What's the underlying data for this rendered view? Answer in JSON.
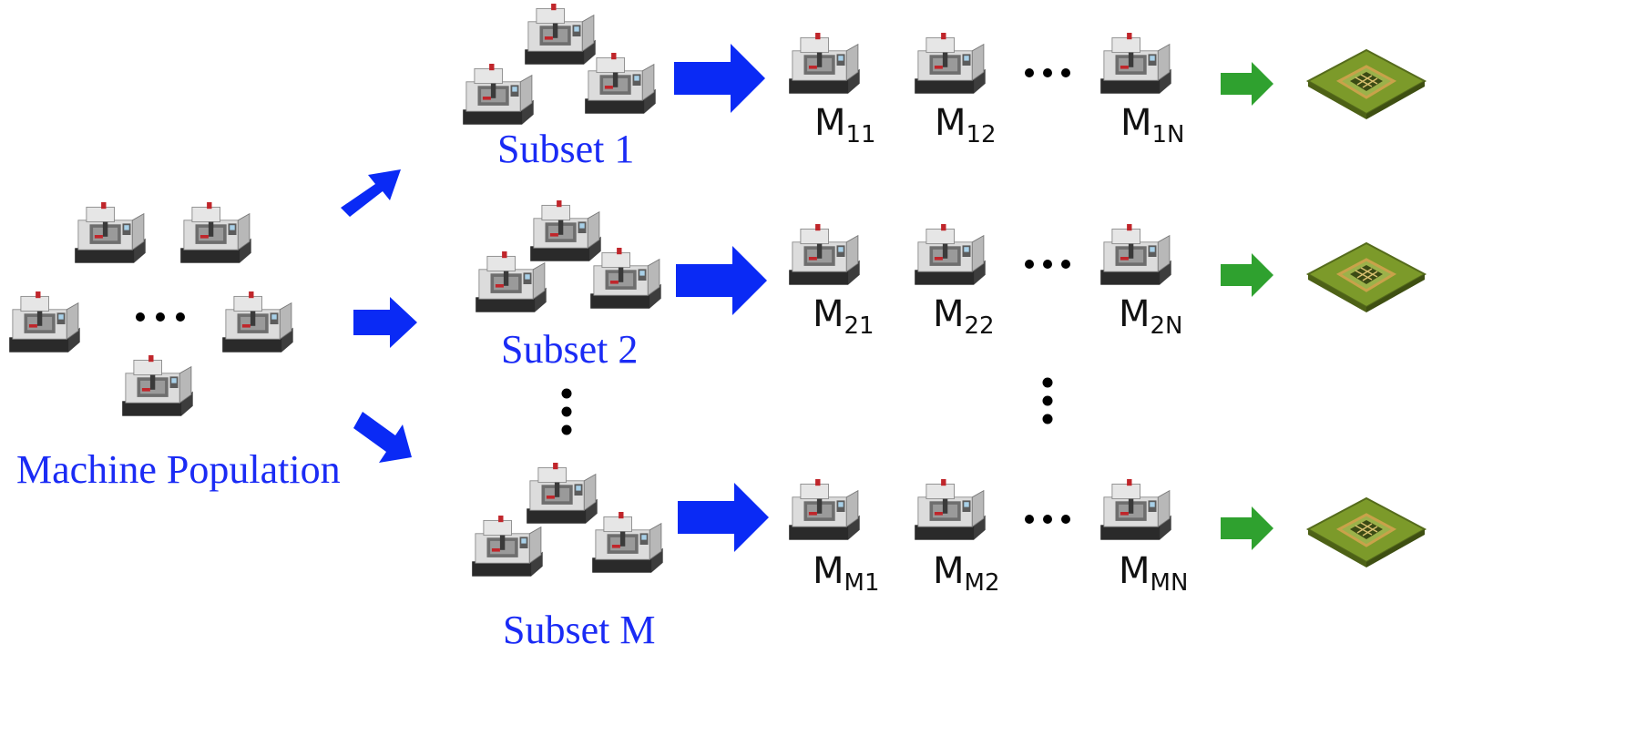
{
  "population": {
    "label": "Machine Population",
    "ellipsis": "…"
  },
  "subsets": [
    {
      "label": "Subset 1",
      "models": [
        {
          "base": "M",
          "sub": "11"
        },
        {
          "base": "M",
          "sub": "12"
        },
        {
          "base": "M",
          "sub": "1N"
        }
      ]
    },
    {
      "label": "Subset 2",
      "models": [
        {
          "base": "M",
          "sub": "21"
        },
        {
          "base": "M",
          "sub": "22"
        },
        {
          "base": "M",
          "sub": "2N"
        }
      ]
    },
    {
      "label": "Subset M",
      "models": [
        {
          "base": "M",
          "sub": "M1"
        },
        {
          "base": "M",
          "sub": "M2"
        },
        {
          "base": "M",
          "sub": "MN"
        }
      ]
    }
  ],
  "colors": {
    "label_blue": "#1a2bf5",
    "arrow_blue": "#0a2af5",
    "arrow_green": "#2fa12f",
    "machine_body": "#d8d8d8",
    "chip_green": "#6f8f2a"
  },
  "icons": {
    "machine": "cnc-machine-icon",
    "chip": "processor-chip-icon"
  }
}
